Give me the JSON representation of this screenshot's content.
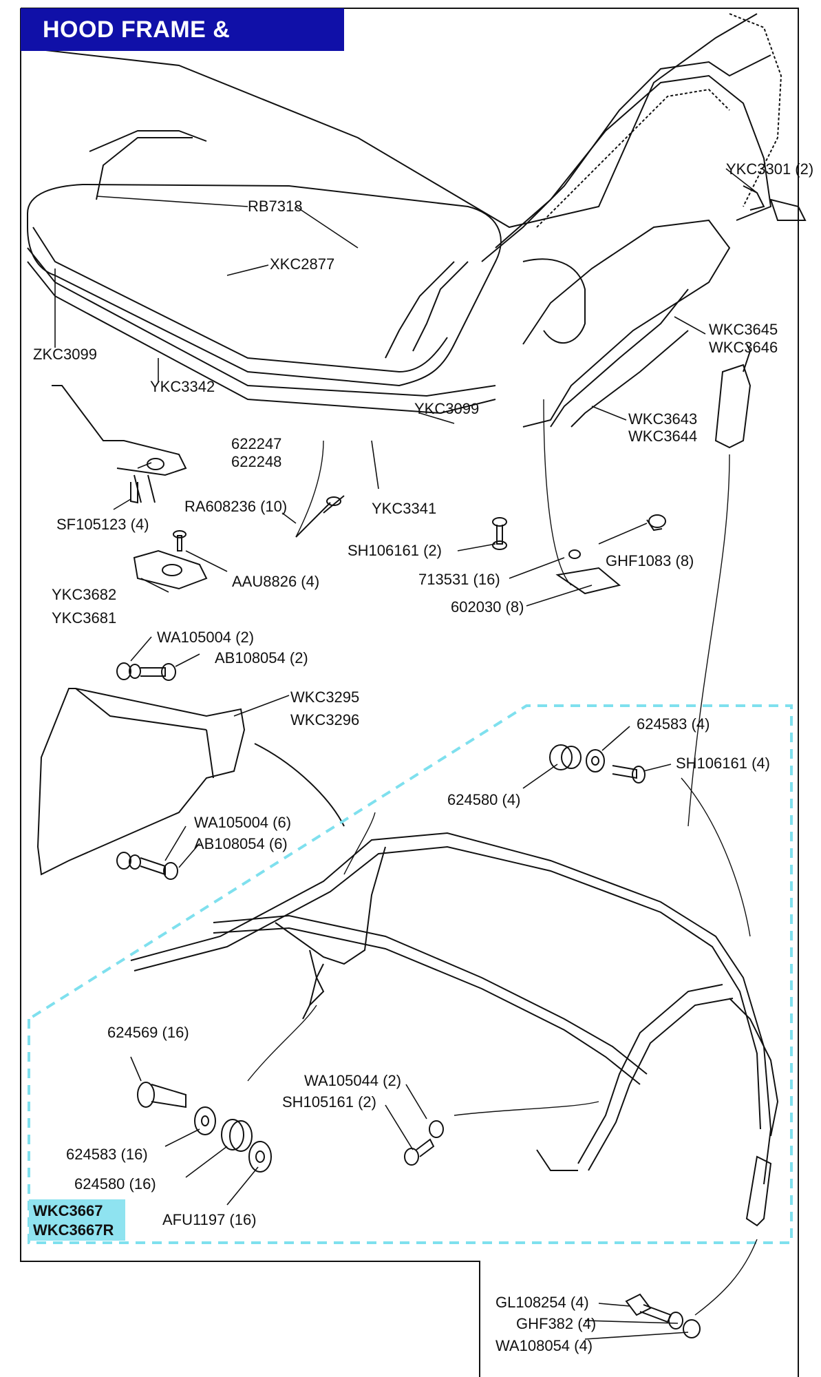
{
  "title": "HOOD FRAME & FITTINGS",
  "colors": {
    "title_bg": "#1010a8",
    "title_text": "#ffffff",
    "kit_highlight": "#8fe3f0",
    "kit_outline": "#7fe0ee",
    "line": "#111111"
  },
  "labels": {
    "ykc3301": "YKC3301 (2)",
    "rb7318": "RB7318",
    "xkc2877": "XKC2877",
    "zkc3099": "ZKC3099",
    "ykc3342": "YKC3342",
    "wkc3645": "WKC3645",
    "wkc3646": "WKC3646",
    "ykc3099": "YKC3099",
    "wkc3643": "WKC3643",
    "wkc3644": "WKC3644",
    "p622247": "622247",
    "p622248": "622248",
    "sf105123": "SF105123 (4)",
    "ra608236": "RA608236 (10)",
    "ykc3341": "YKC3341",
    "sh106161_2": "SH106161 (2)",
    "ghf1083": "GHF1083 (8)",
    "aau8826": "AAU8826 (4)",
    "p713531": "713531 (16)",
    "ykc3682": "YKC3682",
    "ykc3681": "YKC3681",
    "p602030": "602030 (8)",
    "wa105004_2": "WA105004 (2)",
    "ab108054_2": "AB108054 (2)",
    "wkc3295": "WKC3295",
    "wkc3296": "WKC3296",
    "p624583_4": "624583 (4)",
    "sh106161_4": "SH106161 (4)",
    "p624580_4": "624580 (4)",
    "wa105004_6": "WA105004 (6)",
    "ab108054_6": "AB108054 (6)",
    "p624569": "624569 (16)",
    "wa105044": "WA105044 (2)",
    "sh105161": "SH105161 (2)",
    "p624583_16": "624583 (16)",
    "p624580_16": "624580 (16)",
    "afu1197": "AFU1197 (16)",
    "gl108254": "GL108254 (4)",
    "ghf382": "GHF382 (4)",
    "wa108054": "WA108054 (4)"
  },
  "kit": {
    "line1": "WKC3667",
    "line2": "WKC3667R"
  }
}
